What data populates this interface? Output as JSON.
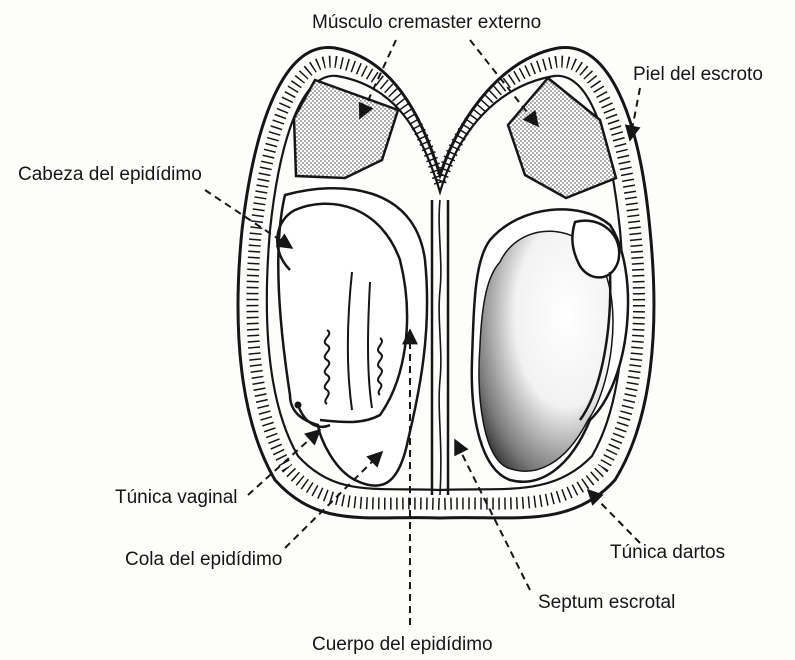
{
  "labels": {
    "cremaster": "Músculo cremaster externo",
    "skin": "Piel del escroto",
    "epididymis_head": "Cabeza del epidídimo",
    "tunica_vaginalis": "Túnica vaginal",
    "epididymis_tail": "Cola del epidídimo",
    "dartos": "Túnica dartos",
    "septum": "Septum escrotal",
    "epididymis_body": "Cuerpo del epidídimo"
  },
  "colors": {
    "ink": "#161616",
    "paper": "#fdfdfb"
  }
}
